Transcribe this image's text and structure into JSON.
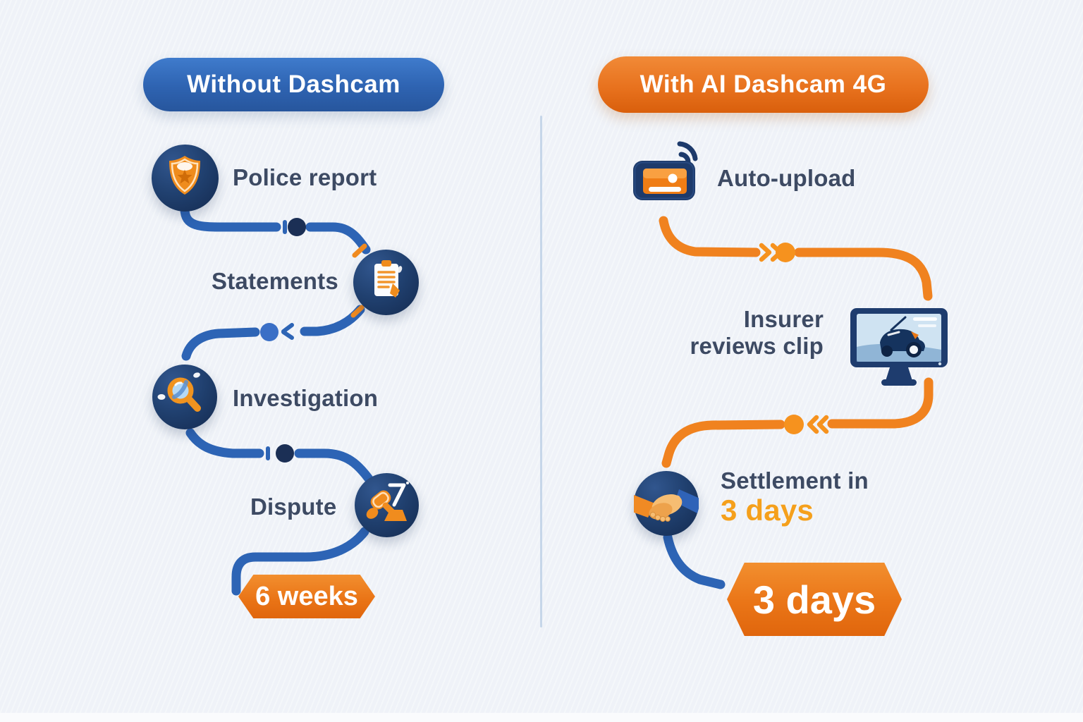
{
  "page": {
    "background": "#f1f4f9"
  },
  "left_column": {
    "header": "Without Dashcam",
    "header_color": "#2e63b1",
    "steps": [
      {
        "label": "Police report",
        "icon": "police-badge-icon"
      },
      {
        "label": "Statements",
        "icon": "clipboard-icon"
      },
      {
        "label": "Investigation",
        "icon": "magnifier-icon"
      },
      {
        "label": "Dispute",
        "icon": "gavel-icon"
      }
    ],
    "duration_badge": "6 weeks"
  },
  "right_column": {
    "header": "With AI Dashcam 4G",
    "header_color": "#e8721e",
    "steps": [
      {
        "label": "Auto-upload",
        "icon": "dashcam-icon"
      },
      {
        "label_line1": "Insurer",
        "label_line2": "reviews clip",
        "icon": "monitor-icon"
      },
      {
        "label_line1": "Settlement in",
        "label_line2": "3 days",
        "icon": "handshake-icon"
      }
    ],
    "duration_badge": "3 days"
  },
  "colors": {
    "blue_connector": "#2d64b5",
    "orange_connector": "#f0821f",
    "navy_dot": "#1b2f55",
    "blue_dot": "#3a6fc6",
    "orange_dot": "#f6921e",
    "label_text": "#3d4a63",
    "highlight_orange": "#f5a01c",
    "divider": "#c6d6e9"
  }
}
